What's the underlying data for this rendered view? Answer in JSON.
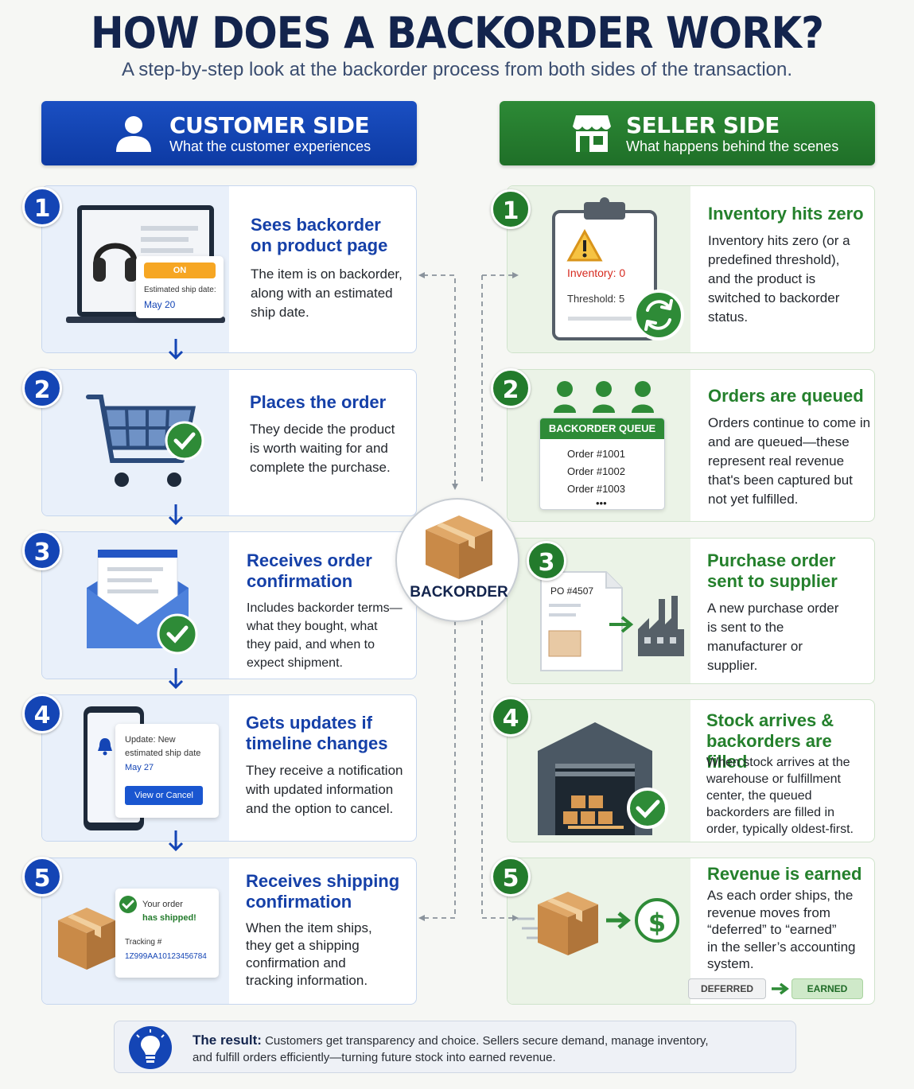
{
  "header": {
    "title": "HOW DOES A BACKORDER WORK?",
    "subtitle": "A step-by-step look at the backorder process from both sides of the transaction."
  },
  "customer_side": {
    "title": "CUSTOMER SIDE",
    "subtitle": "What the customer experiences",
    "steps": [
      {
        "num": "1",
        "title_line1": "Sees backorder",
        "title_line2": "on product page",
        "body": [
          "The item is on backorder,",
          "along with an estimated",
          "ship date."
        ]
      },
      {
        "num": "2",
        "title_line1": "Places the order",
        "title_line2": "",
        "body": [
          "They decide the product",
          "is worth waiting for and",
          "complete the purchase."
        ]
      },
      {
        "num": "3",
        "title_line1": "Receives order",
        "title_line2": "confirmation",
        "body": [
          "Includes backorder terms—",
          "what they bought, what",
          "they paid, and when to",
          "expect shipment."
        ]
      },
      {
        "num": "4",
        "title_line1": "Gets updates if",
        "title_line2": "timeline changes",
        "body": [
          "They receive a notification",
          "with updated information",
          "and the option to cancel."
        ]
      },
      {
        "num": "5",
        "title_line1": "Receives shipping",
        "title_line2": "confirmation",
        "body": [
          "When the item ships,",
          "they get a shipping",
          "confirmation and",
          "tracking information."
        ]
      }
    ],
    "illustrations": {
      "badge": "ON BACKORDER",
      "est_label": "Estimated ship date:",
      "est_date": "May 20",
      "update_line1": "Update: New",
      "update_line2": "estimated ship date",
      "update_date": "May 27",
      "update_button": "View or Cancel",
      "shipped_line1": "Your order",
      "shipped_line2": "has shipped!",
      "tracking_label": "Tracking #",
      "tracking_number": "1Z999AA10123456784"
    }
  },
  "seller_side": {
    "title": "SELLER SIDE",
    "subtitle": "What happens behind the scenes",
    "steps": [
      {
        "num": "1",
        "title_line1": "Inventory hits zero",
        "title_line2": "",
        "body": [
          "Inventory hits zero (or a",
          "predefined threshold),",
          "and the product is",
          "switched to backorder",
          "status."
        ]
      },
      {
        "num": "2",
        "title_line1": "Orders are queued",
        "title_line2": "",
        "body": [
          "Orders continue to come in",
          "and are queued—these",
          "represent real revenue",
          "that's been captured but",
          "not yet fulfilled."
        ]
      },
      {
        "num": "3",
        "title_line1": "Purchase order",
        "title_line2": "sent to supplier",
        "body": [
          "A new purchase order",
          "is sent to the",
          "manufacturer or",
          "supplier."
        ]
      },
      {
        "num": "4",
        "title_line1": "Stock arrives &",
        "title_line2": "backorders are filled",
        "body": [
          "When stock arrives at the",
          "warehouse or fulfillment",
          "center, the queued",
          "backorders are filled in",
          "order, typically oldest-first."
        ]
      },
      {
        "num": "5",
        "title_line1": "Revenue is earned",
        "title_line2": "",
        "body": [
          "As each order ships, the",
          "revenue moves from",
          "“deferred” to “earned”",
          "in the seller’s accounting",
          "system."
        ]
      }
    ],
    "illustrations": {
      "inventory_label": "Inventory: 0",
      "threshold_label": "Threshold: 5",
      "queue_title": "BACKORDER QUEUE",
      "queue_orders": [
        "Order #1001",
        "Order #1002",
        "Order #1003"
      ],
      "queue_more": "•••",
      "po_label": "PO #4507",
      "deferred": "DEFERRED",
      "earned": "EARNED"
    }
  },
  "center": {
    "label": "BACKORDER"
  },
  "result": {
    "lead": "The result:",
    "line1": " Customers get transparency and choice. Sellers secure demand, manage inventory,",
    "line2": "and fulfill orders efficiently—turning future stock into earned revenue."
  },
  "colors": {
    "customer_blue": "#1445b5",
    "seller_green": "#237b2c",
    "title_navy": "#13244d"
  },
  "icons": [
    "user-icon",
    "storefront-icon",
    "headphones-icon",
    "cart-icon",
    "envelope-icon",
    "phone-icon",
    "bell-icon",
    "package-icon",
    "clipboard-icon",
    "warning-icon",
    "refresh-icon",
    "person-icon",
    "document-icon",
    "factory-icon",
    "warehouse-icon",
    "dollar-icon",
    "lightbulb-icon",
    "checkmark-icon"
  ]
}
